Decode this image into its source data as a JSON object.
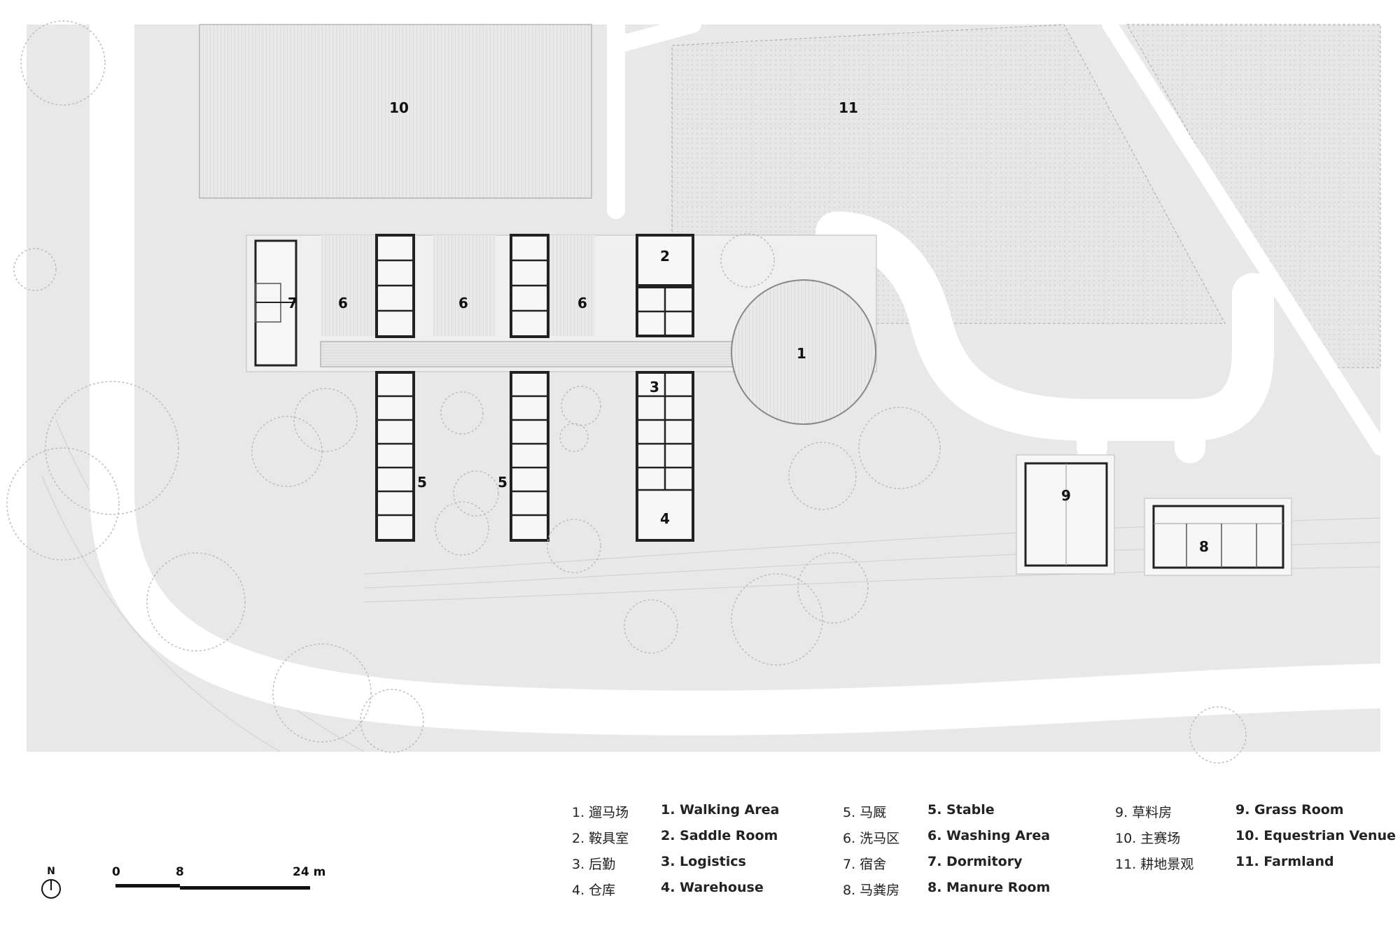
{
  "plan": {
    "zone_labels": [
      "10",
      "11",
      "7",
      "6",
      "6",
      "6",
      "2",
      "1",
      "3",
      "5",
      "5",
      "4",
      "9",
      "8"
    ]
  },
  "north": {
    "label": "N"
  },
  "scale": {
    "ticks": [
      "0",
      "8",
      "24 m"
    ]
  },
  "legend": {
    "col1": [
      "1. 遛马场",
      "2. 鞍具室",
      "3. 后勤",
      "4. 仓库"
    ],
    "col2": [
      "1. Walking Area",
      "2. Saddle Room",
      "3. Logistics",
      "4. Warehouse"
    ],
    "col3": [
      "5. 马厩",
      "6. 洗马区",
      "7. 宿舍",
      "8. 马粪房"
    ],
    "col4": [
      "5. Stable",
      "6. Washing Area",
      "7. Dormitory",
      "8. Manure Room"
    ],
    "col5": [
      "9. 草料房",
      "10. 主赛场",
      "11. 耕地景观"
    ],
    "col6": [
      "9. Grass Room",
      "10. Equestrian Venue",
      "11. Farmland"
    ]
  }
}
